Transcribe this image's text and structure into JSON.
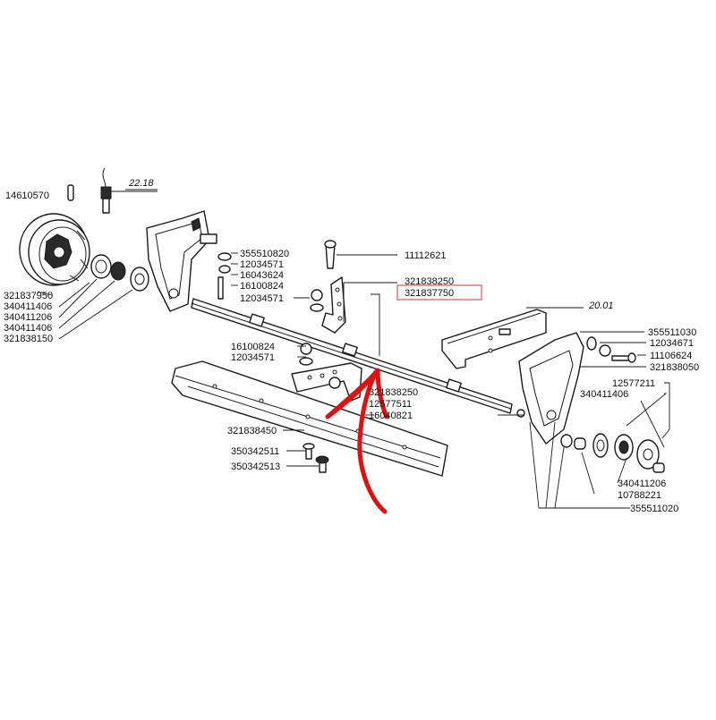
{
  "diagram": {
    "refs": {
      "left_ref": "22.18",
      "right_ref": "20.01"
    },
    "parts_left": [
      "14610570",
      "321837950",
      "340411406",
      "340411206",
      "340411406",
      "321838150"
    ],
    "parts_center_top": [
      "355510820",
      "12034571",
      "16043624",
      "16100824",
      "12034571"
    ],
    "parts_center_mid": [
      "16100824",
      "12034571"
    ],
    "parts_center_low": [
      "321838450",
      "350342511",
      "350342513"
    ],
    "parts_bracket": [
      "11112621",
      "321838250",
      "321837750"
    ],
    "parts_lower_bracket": [
      "321838250",
      "12577511",
      "16040821"
    ],
    "parts_right": [
      "355511030",
      "12034671",
      "11106624",
      "321838050",
      "12577211",
      "340411406",
      "340411206",
      "10788221",
      "355511020"
    ],
    "highlight_color": "#e8504a",
    "annotation_color": "#e01010"
  }
}
